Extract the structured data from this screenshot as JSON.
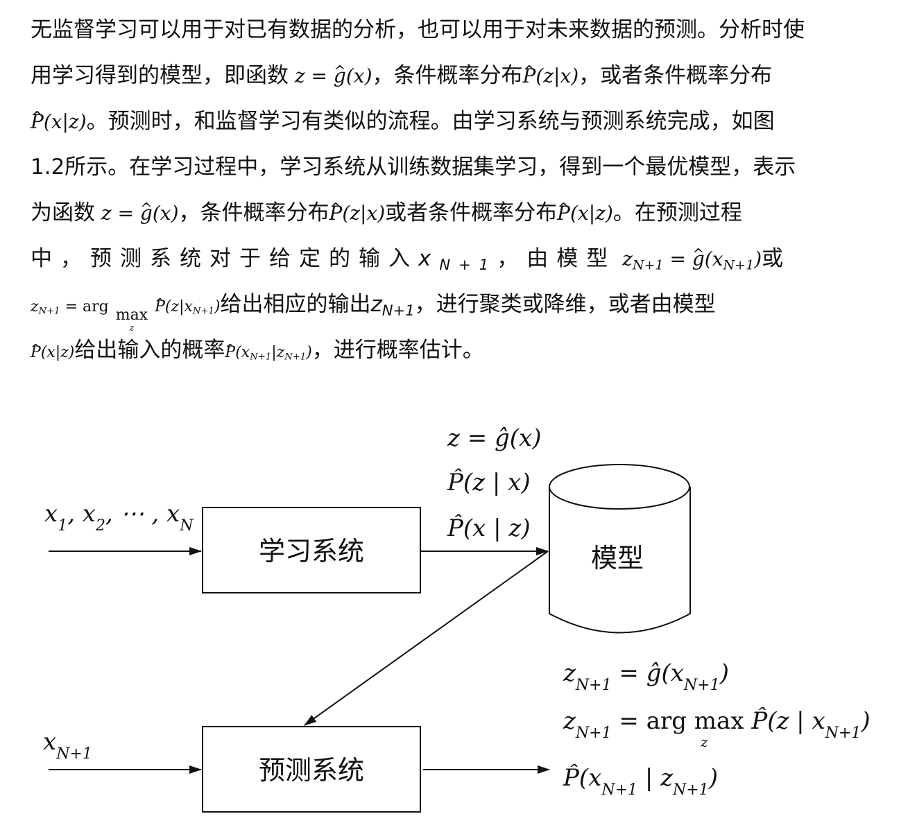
{
  "paragraph": {
    "l1_a": "无监督学习可以用于对已有数据的分析，也可以用于对未来数据的预测。分析时使",
    "l2_a": "用学习得到的模型，即函数",
    "l2_b": "，条件概率分布",
    "l2_c": "，或者条件概率分布",
    "l3_b": "。预测时，和监督学习有类似的流程。由学习系统与预测系统完成，如图",
    "l4_a": "1.2所示。在学习过程中，学习系统从训练数据集学习，得到一个最优模型，表示",
    "l5_a": "为函数",
    "l5_b": "，条件概率分布",
    "l5_c": "或者条件概率分布",
    "l5_d": "。在预测过程",
    "l6_a": "中，预测系统对于给定的输入",
    "l6_b": "，由模型",
    "l6_c": "或",
    "l7_b": "给出相应的输出",
    "l7_c": "，进行聚类或降维，或者由模型",
    "l8_b": "给出输入的概率",
    "l8_c": "，进行概率估计。"
  },
  "diagram": {
    "learning_system": "学习系统",
    "prediction_system": "预测系统",
    "model": "模型",
    "training_input": "x1, x2, …, xN",
    "new_input": "xN+1",
    "learned_outputs": [
      "z = ĝ(x)",
      "P̂(z | x)",
      "P̂(x | z)"
    ],
    "prediction_outputs": [
      "zN+1 = ĝ(xN+1)",
      "zN+1 = arg max P̂(z | xN+1)",
      "P̂(xN+1 | zN+1)"
    ]
  }
}
